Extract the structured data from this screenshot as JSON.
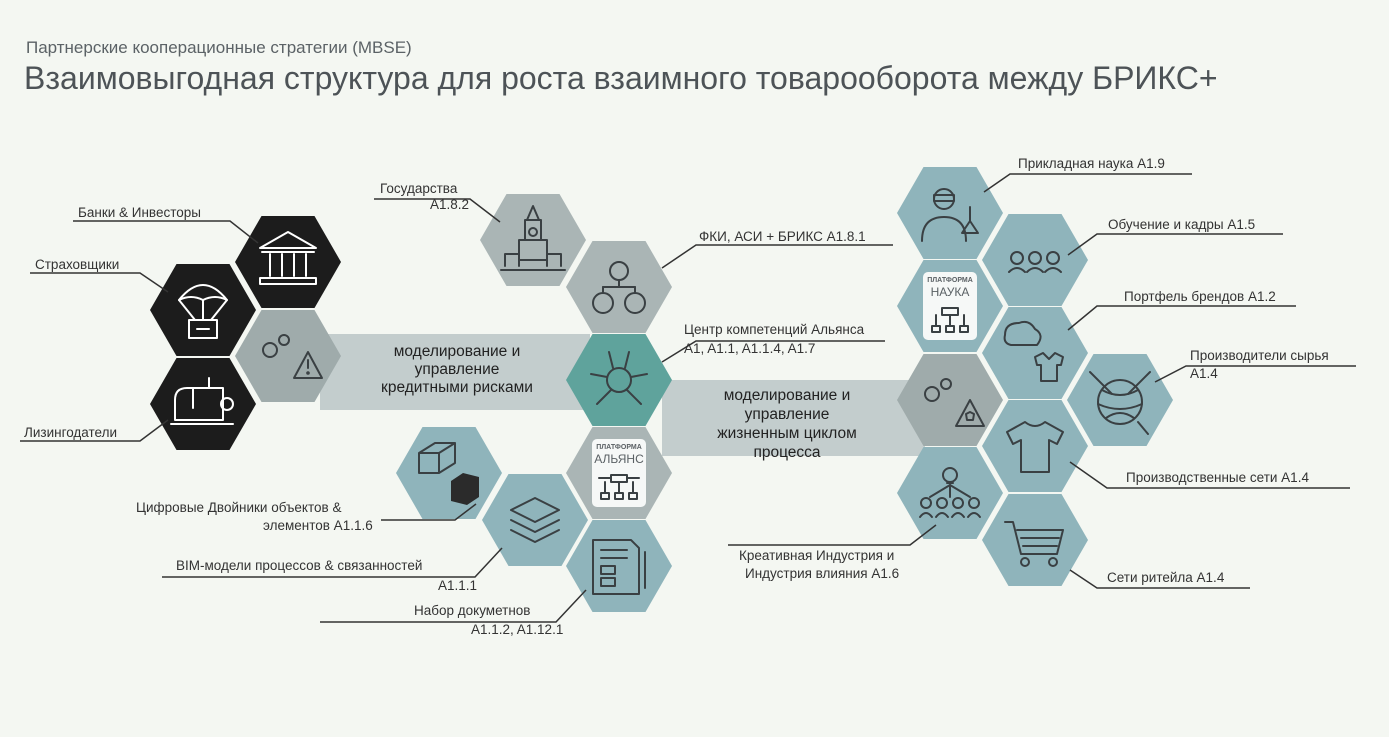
{
  "header": {
    "subtitle": "Партнерские кооперационные стратегии (MBSE)",
    "title": "Взаимовыгодная структура для роста взаимного товарооборота между БРИКС+"
  },
  "bands": {
    "left": [
      "моделирование и",
      "управление",
      "кредитными рисками"
    ],
    "right": [
      "моделирование и",
      "управление",
      "жизненным циклом",
      "процесса"
    ]
  },
  "platforms": {
    "label_small": "ПЛАТФОРМА",
    "alliance": "АЛЬЯНС",
    "science": "НАУКА"
  },
  "labels": {
    "banks": "Банки & Инвесторы",
    "insurers": "Страховщики",
    "leasing": "Лизингодатели",
    "states_1": "Государства",
    "states_2": "A1.8.2",
    "fki": "ФКИ, АСИ + БРИКС  A1.8.1",
    "center_1": "Центр компетенций Альянса",
    "center_2": "A1, A1.1, A1.1.4, A1.7",
    "twins_1": "Цифровые Двойники объектов &",
    "twins_2": "элементов A1.1.6",
    "bim_1": "BIM-модели процессов & связанностей",
    "bim_2": "A1.1.1",
    "docs_1": "Набор докуметнов",
    "docs_2": "A1.1.2, A1.12.1",
    "science": "Прикладная наука A1.9",
    "education": "Обучение и кадры A1.5",
    "brands": "Портфель брендов A1.2",
    "raw_1": "Производители сырья",
    "raw_2": "A1.4",
    "production": "Производственные сети A1.4",
    "creative_1": "Креативная Индустрия и",
    "creative_2": "Индустрия влияния A1.6",
    "retail": "Сети ритейла A1.4"
  },
  "colors": {
    "dark": "#1c1c1c",
    "teal": "#8fb4bb",
    "gray": "#b8c2c2",
    "accent": "#5fa39c",
    "band": "#bfcaca"
  }
}
